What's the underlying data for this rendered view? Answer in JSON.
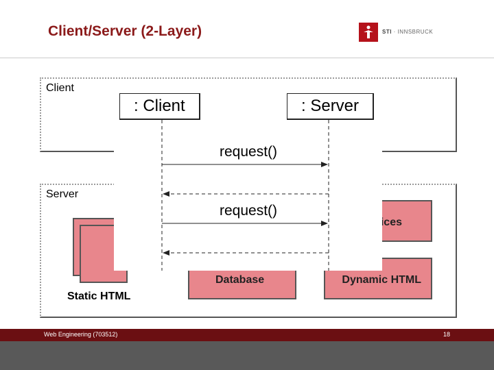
{
  "slide": {
    "title": "Client/Server (2-Layer)"
  },
  "logo": {
    "brand": "STI",
    "separator": " · ",
    "location": "INNSBRUCK",
    "accent_color": "#b5121b"
  },
  "layers": {
    "client": {
      "label": "Client"
    },
    "server": {
      "label": "Server"
    }
  },
  "server_components": {
    "static_html": "Static HTML",
    "services": "Services",
    "database": "Database",
    "dynamic_html": "Dynamic HTML",
    "box_color": "#e8868c"
  },
  "sequence": {
    "client_lifeline": ": Client",
    "server_lifeline": ": Server",
    "messages": [
      {
        "label": "request()",
        "direction": "client-to-server",
        "style": "solid"
      },
      {
        "label": "",
        "direction": "server-to-client",
        "style": "dashed"
      },
      {
        "label": "request()",
        "direction": "client-to-server",
        "style": "solid"
      },
      {
        "label": "",
        "direction": "server-to-client",
        "style": "dashed"
      }
    ]
  },
  "footer": {
    "course": "Web Engineering (703512)",
    "page_number": "18",
    "bar_color": "#6b0f12"
  }
}
